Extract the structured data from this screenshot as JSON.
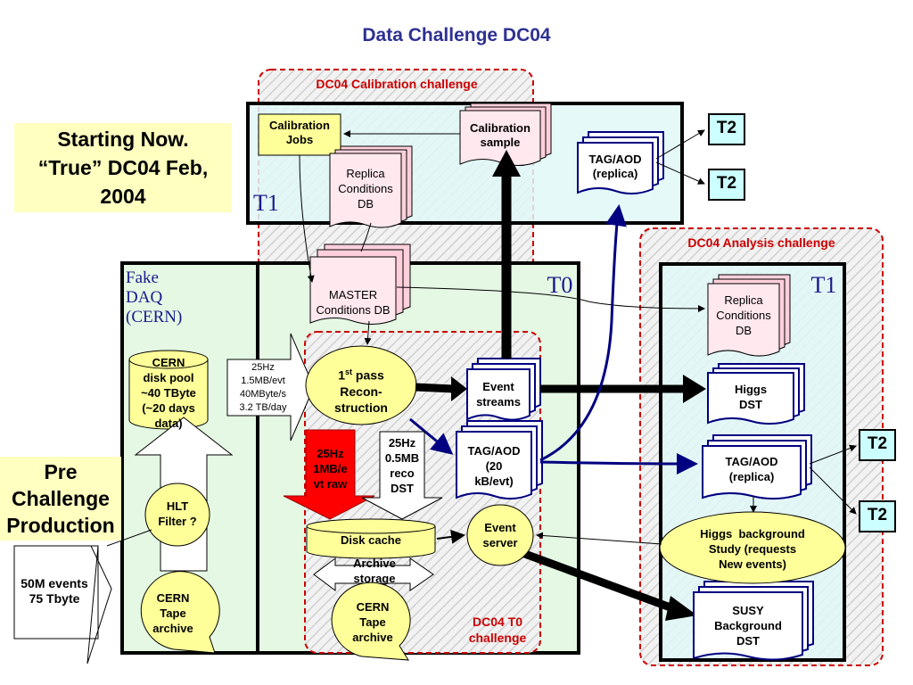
{
  "title": "Data Challenge DC04",
  "starting_note": [
    "Starting Now.",
    "“True” DC04 Feb,",
    "2004"
  ],
  "pre_challenge": [
    "Pre",
    "Challenge",
    "Production"
  ],
  "events_note": [
    "50M events",
    "75 Tbyte"
  ],
  "calibration_challenge": {
    "label": "DC04 Calibration challenge",
    "calibration_jobs": [
      "Calibration",
      "Jobs"
    ],
    "calibration_sample": [
      "Calibration",
      "sample"
    ],
    "replica_conditions_db": [
      "Replica",
      "Conditions",
      "DB"
    ],
    "tag_aod_replica": [
      "TAG/AOD",
      "(replica)"
    ],
    "t1_label": "T1",
    "t2_a": "T2",
    "t2_b": "T2"
  },
  "fake_daq": {
    "label": [
      "Fake",
      "DAQ",
      "(CERN)"
    ],
    "disk_pool": [
      "CERN",
      "disk pool",
      "~40 TByte",
      "(~20 days",
      "data)"
    ],
    "hlt_filter": [
      "HLT",
      "Filter ?"
    ],
    "tape_archive": [
      "CERN",
      "Tape",
      "archive"
    ],
    "rate_arrow": [
      "25Hz",
      "1.5MB/evt",
      "40MByte/s",
      "3.2 TB/day"
    ]
  },
  "t0": {
    "label": "T0",
    "master_db": [
      "MASTER",
      "Conditions DB"
    ],
    "first_pass": [
      "pass",
      "Recon-",
      "struction"
    ],
    "first_pass_prefix": "1",
    "first_pass_sup": "st",
    "event_streams": [
      "Event",
      "streams"
    ],
    "tag_aod": [
      "TAG/AOD",
      "(20",
      "kB/evt)"
    ],
    "raw_arrow": [
      "25Hz",
      "1MB/e",
      "vt raw"
    ],
    "reco_arrow": [
      "25Hz",
      "0.5MB",
      "reco",
      "DST"
    ],
    "disk_cache": "Disk cache",
    "event_server": [
      "Event",
      "server"
    ],
    "archive_storage": [
      "Archive",
      "storage"
    ],
    "tape_archive": [
      "CERN",
      "Tape",
      "archive"
    ],
    "challenge_label": [
      "DC04 T0",
      "challenge"
    ]
  },
  "analysis_challenge": {
    "label": "DC04 Analysis challenge",
    "t1_label": "T1",
    "replica_conditions_db": [
      "Replica",
      "Conditions",
      "DB"
    ],
    "higgs_dst": [
      "Higgs",
      "DST"
    ],
    "tag_aod_replica": [
      "TAG/AOD",
      "(replica)"
    ],
    "higgs_background": [
      "Higgs  background",
      "Study (requests",
      "New events)"
    ],
    "susy_background": [
      "SUSY",
      "Background",
      "DST"
    ],
    "t2_a": "T2",
    "t2_b": "T2"
  },
  "colors": {
    "title_blue": "#2e3192",
    "dashed_red": "#cc0000",
    "light_green": "#e4f8e4",
    "light_cyan": "#e2f8f8",
    "note_yellow": "#ffffc0",
    "node_yellow": "#ffff99",
    "doc_pink": "#ffd0dc",
    "dark_blue": "#000080",
    "raw_red": "#ff0000"
  }
}
